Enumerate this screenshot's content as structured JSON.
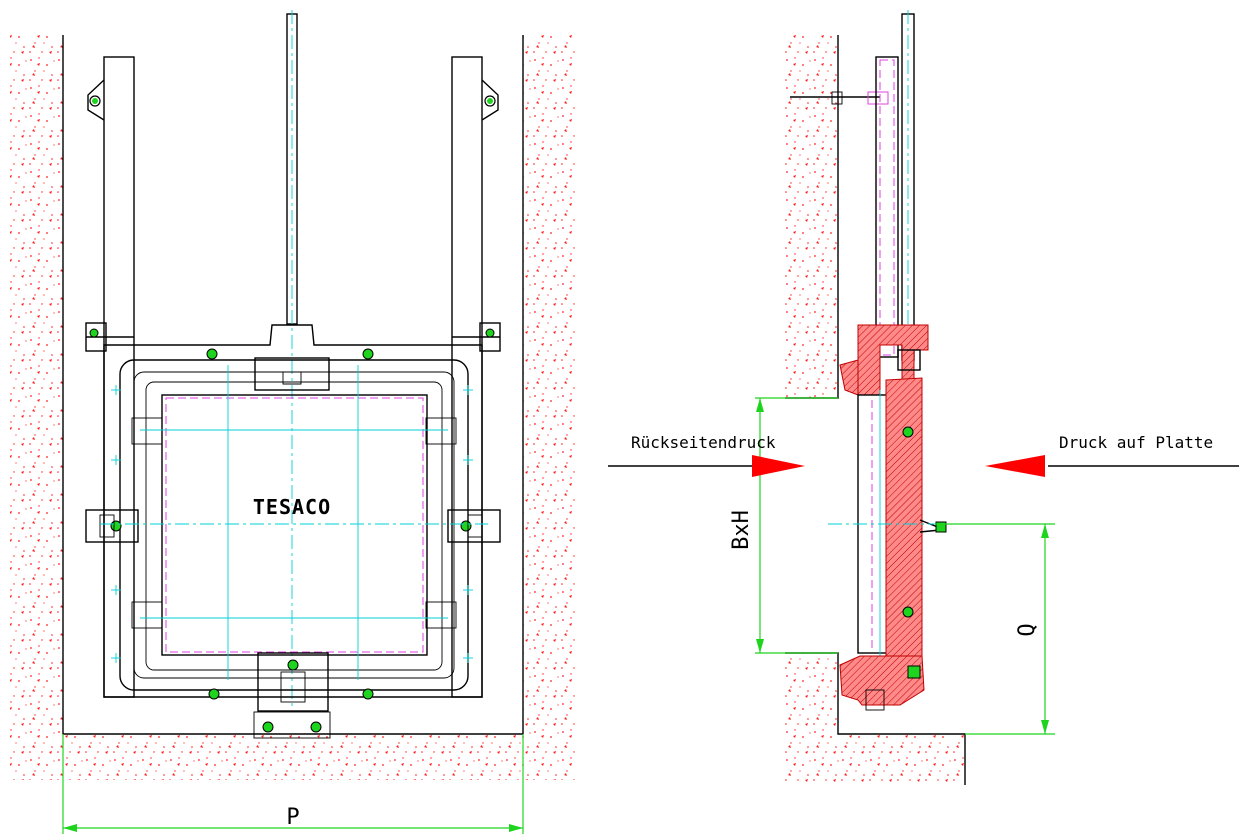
{
  "labels": {
    "brand": "TESACO",
    "width_dim": "P",
    "size_dim": "BxH",
    "height_dim": "Q",
    "back_pressure": "Rückseitendruck",
    "front_pressure": "Druck auf Platte"
  },
  "colors": {
    "concrete": "#ff0000",
    "centerline": "#00cfd6",
    "dimension": "#1fd41f",
    "seal": "#e040e0",
    "section_hatch": "#ff6b6b"
  }
}
